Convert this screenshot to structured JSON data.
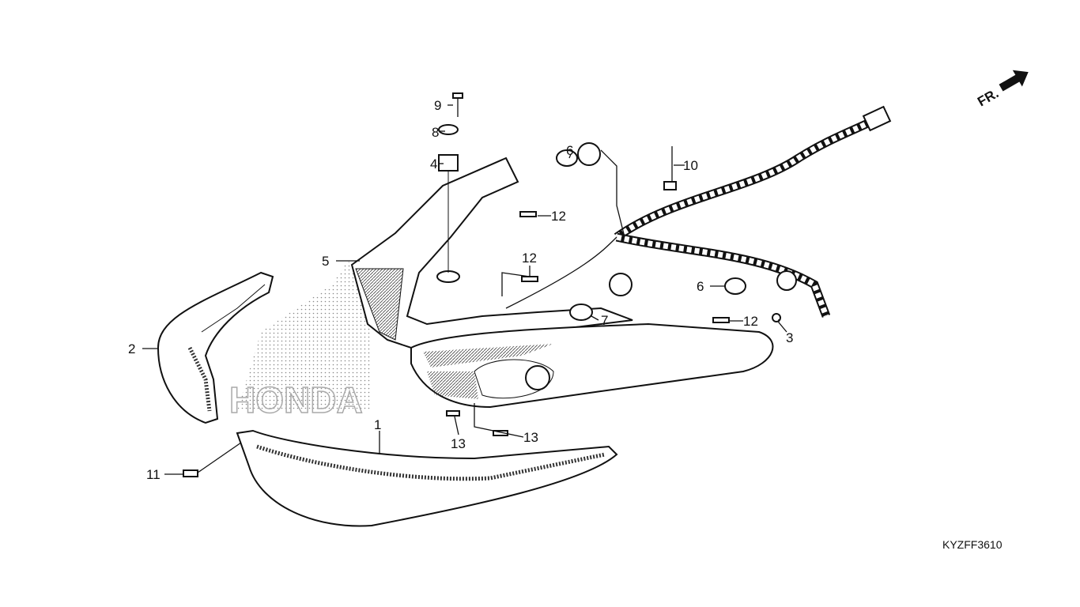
{
  "diagram": {
    "orientation_label": "FR.",
    "part_code": "KYZFF3610",
    "logo_text": "HONDA",
    "callouts": [
      "9",
      "8",
      "4",
      "6",
      "10",
      "12",
      "12",
      "5",
      "6",
      "7",
      "12",
      "3",
      "2",
      "1",
      "13",
      "13",
      "11"
    ]
  }
}
